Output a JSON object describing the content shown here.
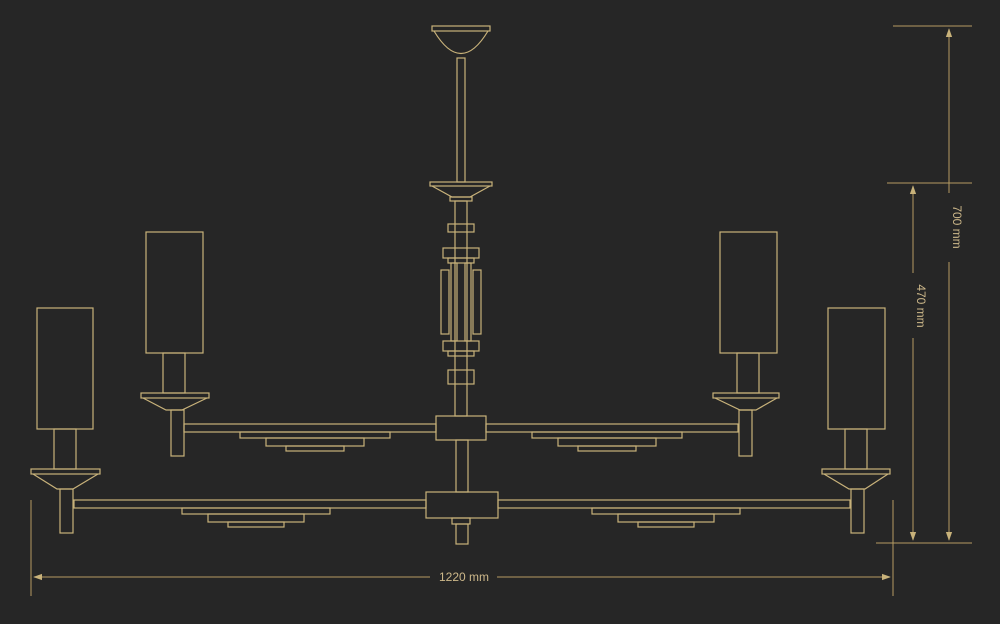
{
  "dimensions": {
    "width_label": "1220 mm",
    "total_height_label": "700 mm",
    "body_height_label": "470 mm"
  },
  "colors": {
    "background": "#262626",
    "line": "#c8b27a",
    "dimension": "#b59b62",
    "text": "#cdb88a"
  }
}
